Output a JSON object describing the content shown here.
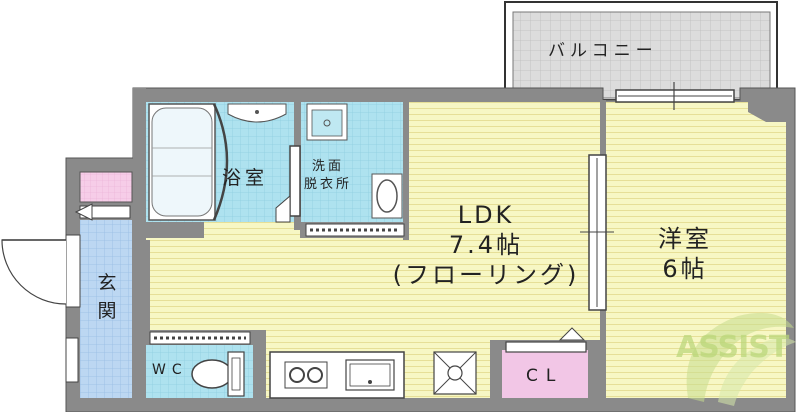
{
  "rooms": {
    "balcony": "バルコニー",
    "bath": "浴室",
    "washroom": "洗面\n脱衣所",
    "ldk": "LDK\n7.4帖\n(フローリング)",
    "western": "洋室\n6帖",
    "entrance": "玄\n関",
    "wc": "WC",
    "closet": "CL"
  },
  "logo": {
    "text": "ASSIST"
  },
  "colors": {
    "wall": "#8a8a8a",
    "wall_dark": "#6d6d6d",
    "ldk_floor": "#f6f6c0",
    "stripe": "#e8e29a",
    "wet": "#aee2ef",
    "wet_grid": "#8fcfe0",
    "entry": "#b8d4f0",
    "entry_grid": "#97bde4",
    "closet": "#f2c6e6",
    "shoe": "#f6cde8",
    "balcony": "#d8d8d8",
    "logo": "#b9d678"
  }
}
